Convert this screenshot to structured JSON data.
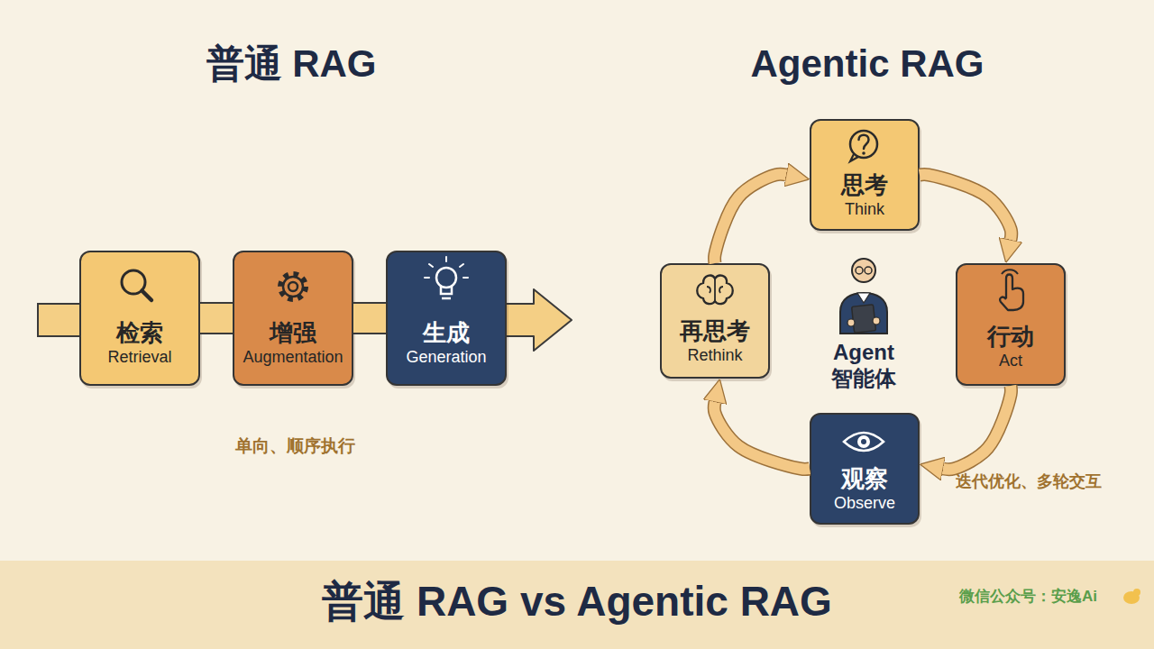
{
  "diagram": {
    "title": "普通 RAG vs Agentic RAG",
    "nodes": [
      {
        "text": [
          "检索",
          "Retrieval"
        ]
      },
      {
        "text": [
          "增强",
          "Augmentation"
        ]
      },
      {
        "text": [
          "生成",
          "Generation"
        ]
      },
      {
        "text": [
          "思考",
          "Think"
        ]
      },
      {
        "text": [
          "行动",
          "Act"
        ]
      },
      {
        "text": [
          "观察",
          "Observe"
        ]
      },
      {
        "text": [
          "再思考",
          "Rethink"
        ]
      }
    ],
    "edges": [
      {
        "from": 0,
        "to": 1,
        "arrow": "none"
      },
      {
        "from": 1,
        "to": 2,
        "arrow": "none"
      },
      {
        "from": 3,
        "to": 4,
        "arrow": "to"
      },
      {
        "from": 4,
        "to": 5,
        "arrow": "to"
      },
      {
        "from": 5,
        "to": 6,
        "arrow": "to"
      },
      {
        "from": 6,
        "to": 3,
        "arrow": "to"
      }
    ],
    "labels": [
      "普通 RAG",
      "Agentic RAG",
      "单向、顺序执行",
      "Agent",
      "智能体",
      "迭代优化、多轮交互",
      "微信公众号：安逸Ai"
    ]
  }
}
